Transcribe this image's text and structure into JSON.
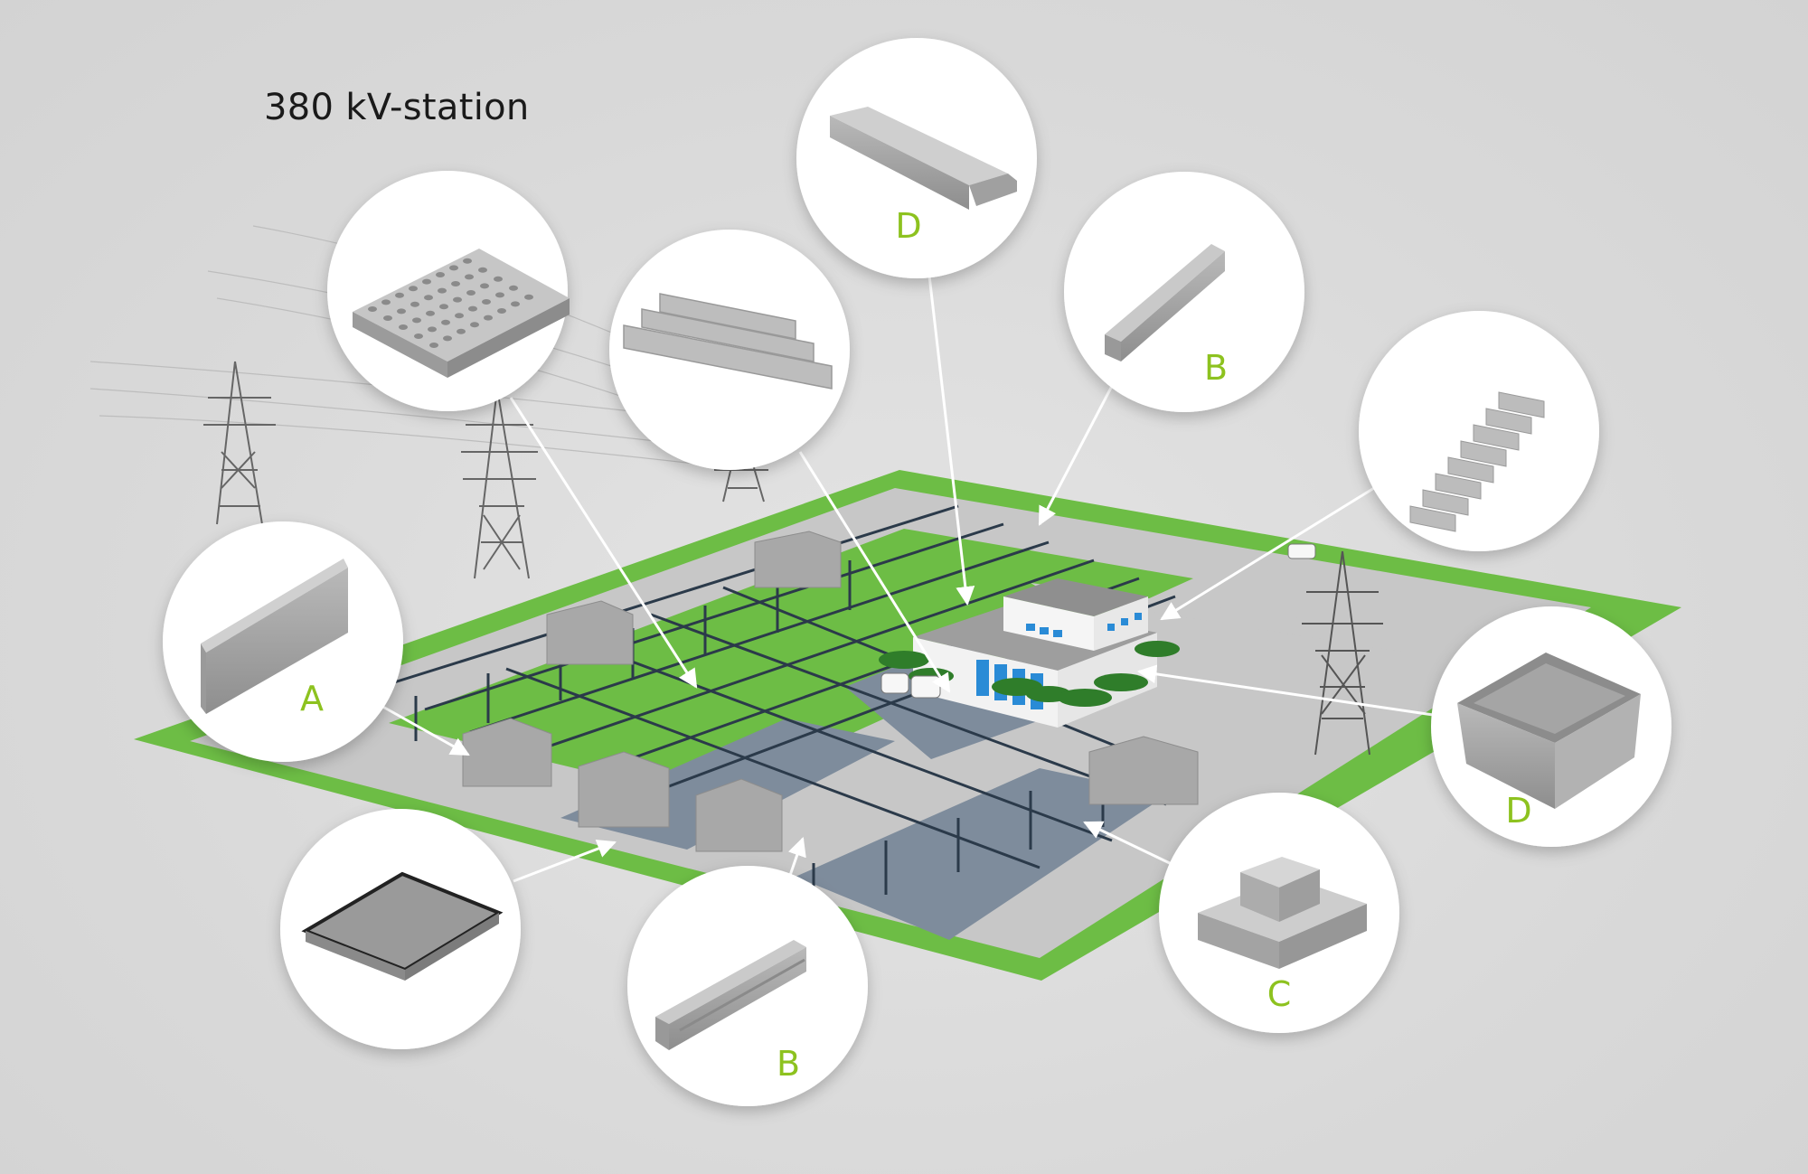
{
  "title": "380 kV-station",
  "colors": {
    "accent": "#8dc21f",
    "grass": "#6dbd45",
    "paving": "#7e8c9c",
    "path": "#c9c9c9"
  },
  "callouts": [
    {
      "id": "A",
      "letter": "A",
      "product": "wall-panel-icon"
    },
    {
      "id": "perforated",
      "letter": "",
      "product": "perforated-slab-icon"
    },
    {
      "id": "sleepers",
      "letter": "",
      "product": "stacked-sleepers-icon"
    },
    {
      "id": "D-top",
      "letter": "D",
      "product": "stepped-beam-icon"
    },
    {
      "id": "B-top",
      "letter": "B",
      "product": "u-channel-icon"
    },
    {
      "id": "stairs",
      "letter": "",
      "product": "staircase-icon"
    },
    {
      "id": "D-right",
      "letter": "D",
      "product": "open-box-icon"
    },
    {
      "id": "C",
      "letter": "C",
      "product": "foundation-block-icon"
    },
    {
      "id": "B-bottom",
      "letter": "B",
      "product": "double-channel-icon"
    },
    {
      "id": "slab",
      "letter": "",
      "product": "flat-slab-icon"
    }
  ]
}
